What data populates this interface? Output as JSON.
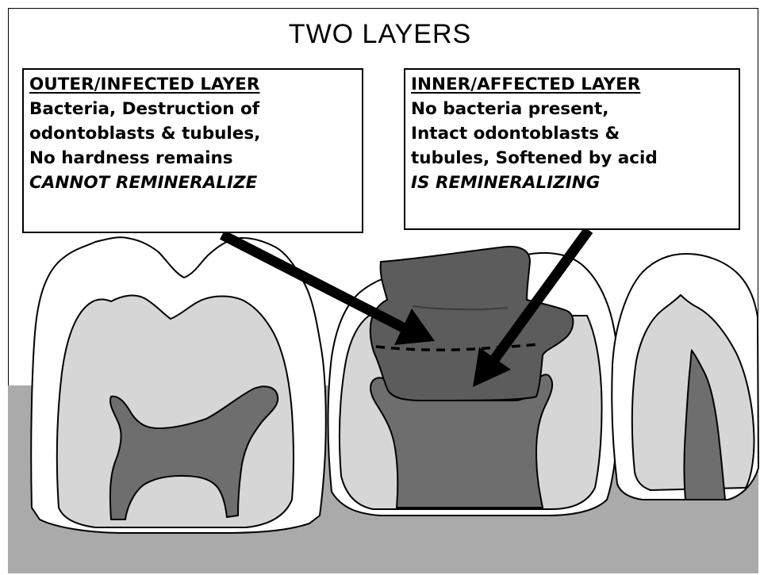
{
  "title": "TWO LAYERS",
  "outer_box": {
    "heading": "OUTER/INFECTED LAYER",
    "lines": [
      "Bacteria, Destruction of",
      "odontoblasts & tubules,",
      "No hardness remains"
    ],
    "emphasis": "CANNOT REMINERALIZE"
  },
  "inner_box": {
    "heading": "INNER/AFFECTED LAYER",
    "lines": [
      "No bacteria present,",
      "Intact odontoblasts &",
      "tubules, Softened by acid"
    ],
    "emphasis": "IS REMINERALIZING"
  },
  "colors": {
    "gum": "#aaaaaa",
    "enamel": "#ffffff",
    "dentin": "#d6d6d6",
    "pulp": "#6e6e6e",
    "caries": "#5c5c5c",
    "outline": "#000000"
  }
}
